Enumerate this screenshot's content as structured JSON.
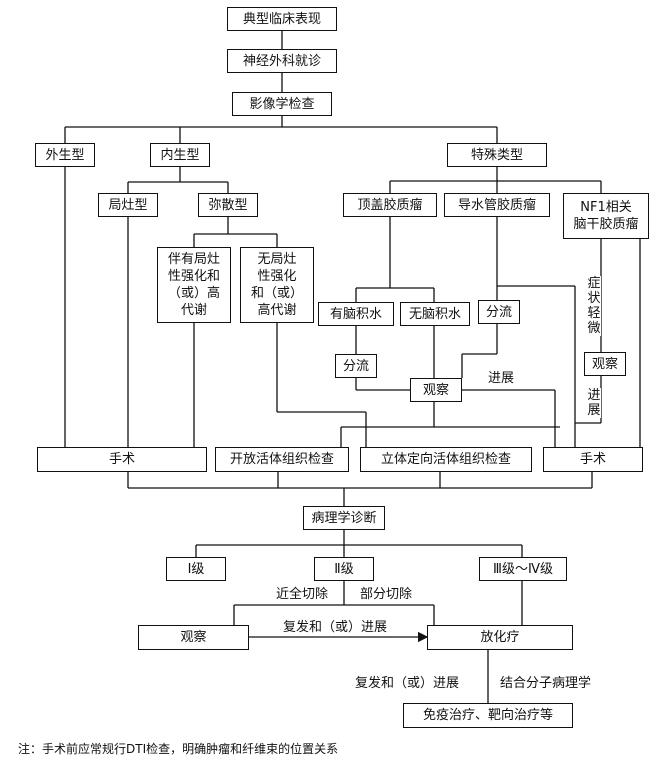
{
  "boxes": {
    "typical": "典型临床表现",
    "neuro": "神经外科就诊",
    "imaging": "影像学检查",
    "exophytic": "外生型",
    "endophytic": "内生型",
    "special": "特殊类型",
    "focal": "局灶型",
    "diffuse": "弥散型",
    "tectal": "顶盖胶质瘤",
    "aqueduct": "导水管胶质瘤",
    "nf1": "NF1相关\n脑干胶质瘤",
    "with_focal": "伴有局灶\n性强化和\n（或）高\n代谢",
    "no_focal": "无局灶\n性强化\n和（或）\n高代谢",
    "hydro_yes": "有脑积水",
    "hydro_no": "无脑积水",
    "shunt_a": "分流",
    "shunt_b": "分流",
    "observe_mid": "观察",
    "observe_nf1": "观察",
    "surgery_left": "手术",
    "open_biopsy": "开放活体组织检查",
    "stereo_biopsy": "立体定向活体组织检查",
    "surgery_right": "手术",
    "pathology": "病理学诊断",
    "grade1": "Ⅰ级",
    "grade2": "Ⅱ级",
    "grade34": "Ⅲ级～Ⅳ级",
    "observe_bottom": "观察",
    "chemo": "放化疗",
    "immuno": "免疫治疗、靶向治疗等"
  },
  "labels": {
    "progress_mid": "进展",
    "mild": "症\n状\n轻\n微",
    "progress_nf1": "进\n展",
    "near_total": "近全切除",
    "partial": "部分切除",
    "relapse_mid": "复发和（或）进展",
    "relapse_bottom": "复发和（或）进展",
    "molecular": "结合分子病理学"
  },
  "note": "注：手术前应常规行DTI检查，明确肿瘤和纤维束的位置关系"
}
